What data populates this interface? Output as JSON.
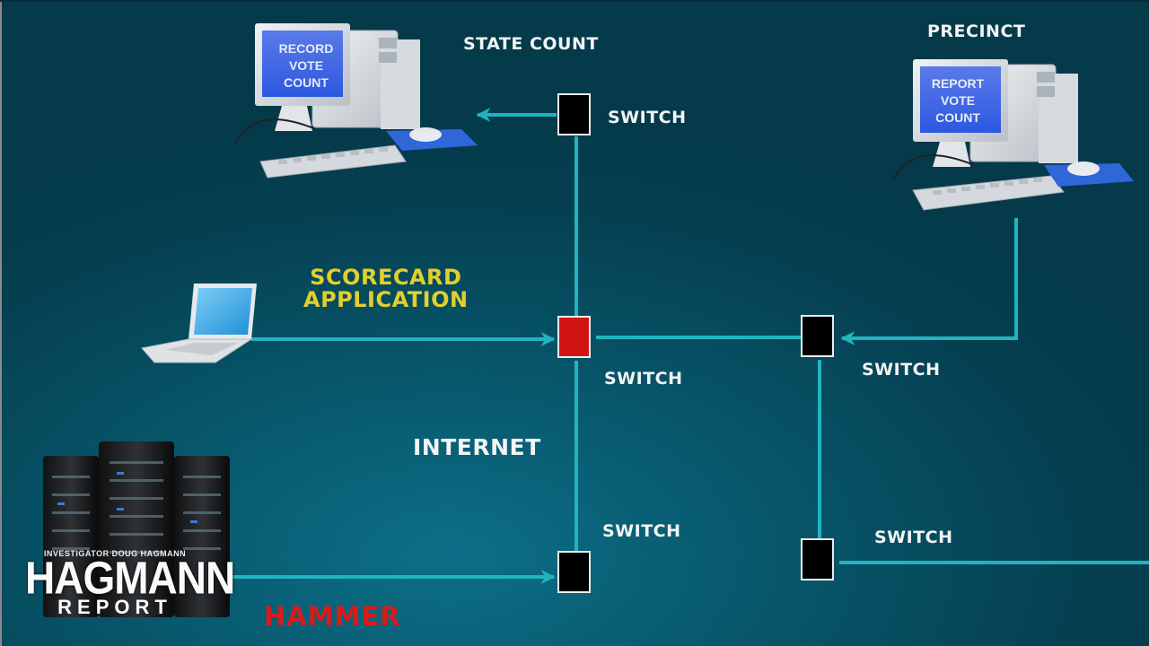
{
  "diagram": {
    "nodes": {
      "state_count": {
        "label": "STATE COUNT",
        "screen": [
          "RECORD",
          "VOTE",
          "COUNT"
        ]
      },
      "precinct": {
        "label": "PRECINCT",
        "screen": [
          "REPORT",
          "VOTE",
          "COUNT"
        ]
      },
      "scorecard": {
        "label_line1": "SCORECARD",
        "label_line2": "APPLICATION"
      },
      "internet": {
        "label": "INTERNET"
      },
      "hammer": {
        "label": "HAMMER"
      }
    },
    "switches": [
      {
        "id": "switch-top",
        "label": "SWITCH",
        "highlight": false
      },
      {
        "id": "switch-center",
        "label": "SWITCH",
        "highlight": true
      },
      {
        "id": "switch-right",
        "label": "SWITCH",
        "highlight": false
      },
      {
        "id": "switch-bottom",
        "label": "SWITCH",
        "highlight": false
      },
      {
        "id": "switch-bottom-right",
        "label": "SWITCH",
        "highlight": false
      }
    ],
    "colors": {
      "link": "#1fb5c0",
      "switch_highlight": "#d21414",
      "hammer": "#d81b1b",
      "scorecard": "#e3cf2c"
    }
  },
  "watermark": {
    "byline": "INVESTIGATOR DOUG HAGMANN",
    "name": "HAGMANN",
    "sub": "REPORT"
  }
}
